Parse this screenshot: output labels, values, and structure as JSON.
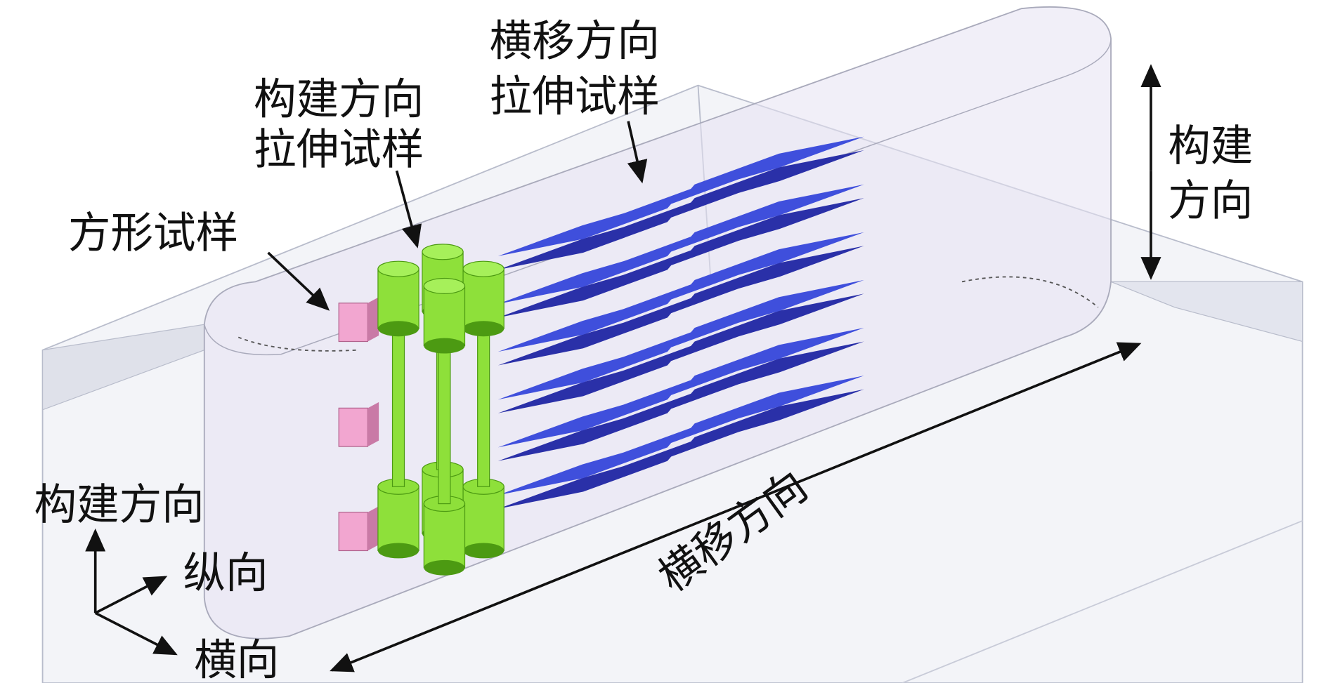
{
  "labels": {
    "transverse_specimen_line1": "横移方向",
    "transverse_specimen_line2": "拉伸试样",
    "build_specimen_line1": "构建方向",
    "build_specimen_line2": "拉伸试样",
    "square_specimen": "方形试样",
    "build_direction_right_line1": "构建",
    "build_direction_right_line2": "方向",
    "traverse_direction": "横移方向",
    "axis_build": "构建方向",
    "axis_longitudinal": "纵向",
    "axis_transverse": "横向"
  },
  "colors": {
    "tensile_top": "#3f4fdc",
    "tensile_side": "#2a30a8",
    "cylinder": "#8ee03a",
    "cylinder_dark": "#4c9a12",
    "cube": "#f2a6d0",
    "plate": "#eef0f6"
  }
}
